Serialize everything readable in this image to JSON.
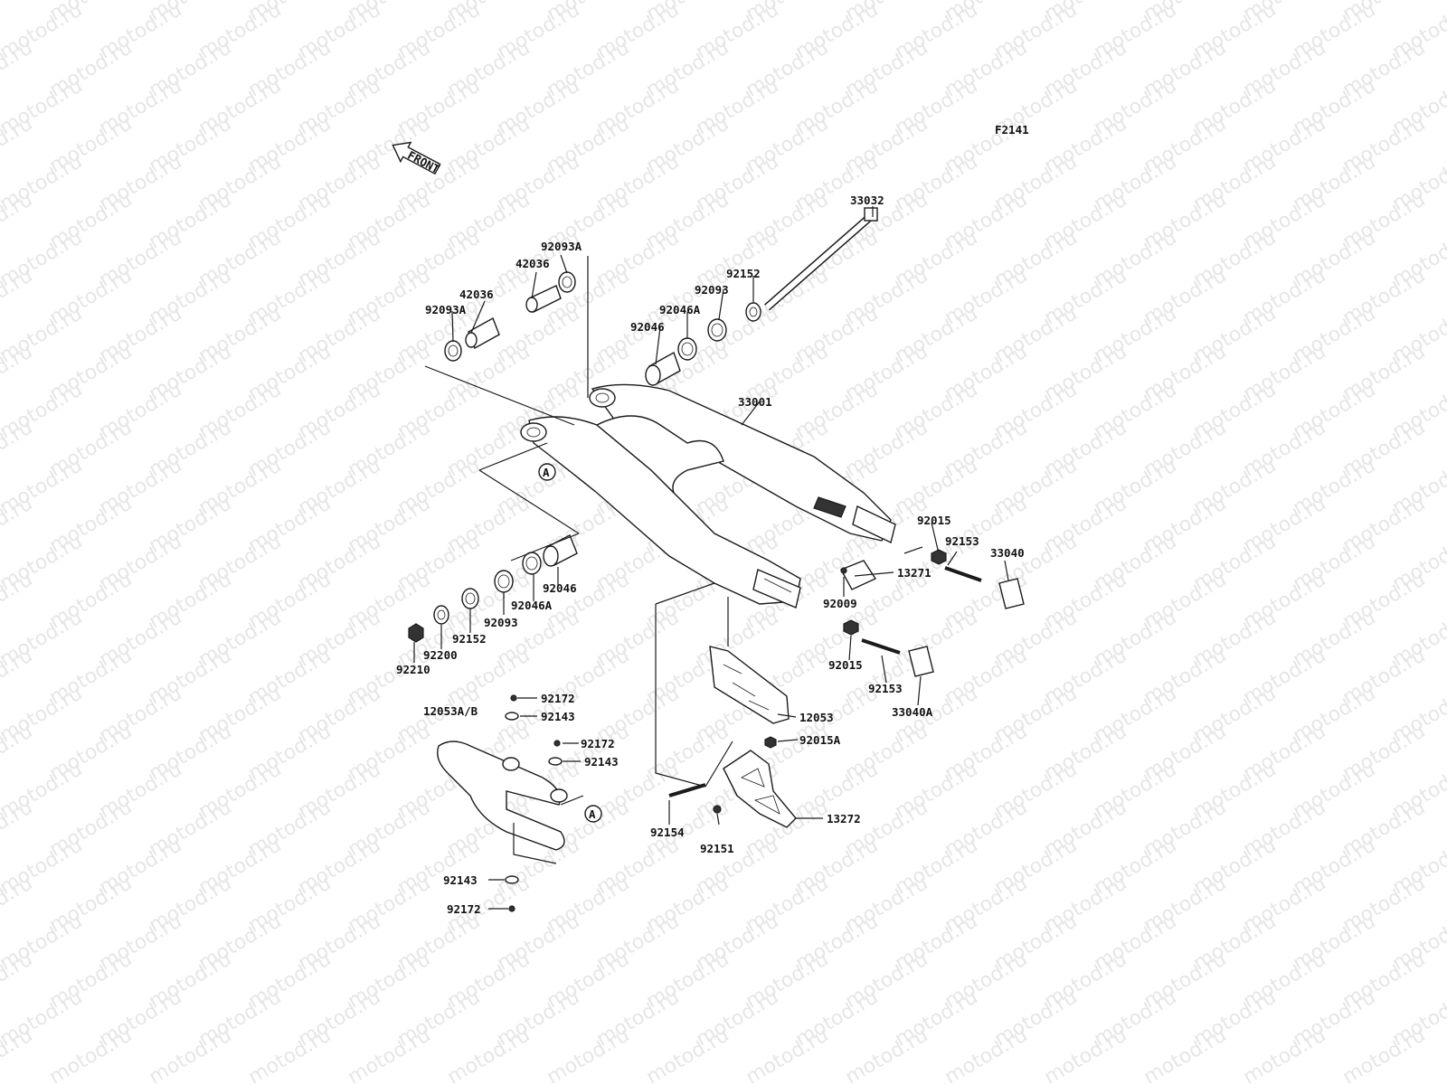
{
  "figure_code": "F2141",
  "front_arrow_text": "FRONT",
  "watermark_text": "motod.ru",
  "reference_marks": [
    "A",
    "A"
  ],
  "parts": [
    {
      "id": "p-33032",
      "number": "33032"
    },
    {
      "id": "p-92093A-top",
      "number": "92093A"
    },
    {
      "id": "p-42036-top",
      "number": "42036"
    },
    {
      "id": "p-42036-left",
      "number": "42036"
    },
    {
      "id": "p-92093A-left",
      "number": "92093A"
    },
    {
      "id": "p-92152-top",
      "number": "92152"
    },
    {
      "id": "p-92093-top",
      "number": "92093"
    },
    {
      "id": "p-92046A-top",
      "number": "92046A"
    },
    {
      "id": "p-92046-top",
      "number": "92046"
    },
    {
      "id": "p-33001",
      "number": "33001"
    },
    {
      "id": "p-92015-right",
      "number": "92015"
    },
    {
      "id": "p-92153-right",
      "number": "92153"
    },
    {
      "id": "p-33040",
      "number": "33040"
    },
    {
      "id": "p-13271",
      "number": "13271"
    },
    {
      "id": "p-92009",
      "number": "92009"
    },
    {
      "id": "p-92046-bot",
      "number": "92046"
    },
    {
      "id": "p-92046A-bot",
      "number": "92046A"
    },
    {
      "id": "p-92093-bot",
      "number": "92093"
    },
    {
      "id": "p-92152-bot",
      "number": "92152"
    },
    {
      "id": "p-92200",
      "number": "92200"
    },
    {
      "id": "p-92210",
      "number": "92210"
    },
    {
      "id": "p-92015-mid",
      "number": "92015"
    },
    {
      "id": "p-92153-mid",
      "number": "92153"
    },
    {
      "id": "p-33040A",
      "number": "33040A"
    },
    {
      "id": "p-12053",
      "number": "12053"
    },
    {
      "id": "p-12053AB",
      "number": "12053A/B"
    },
    {
      "id": "p-92172-a",
      "number": "92172"
    },
    {
      "id": "p-92143-a",
      "number": "92143"
    },
    {
      "id": "p-92172-b",
      "number": "92172"
    },
    {
      "id": "p-92143-b",
      "number": "92143"
    },
    {
      "id": "p-92015A",
      "number": "92015A"
    },
    {
      "id": "p-13272",
      "number": "13272"
    },
    {
      "id": "p-92154",
      "number": "92154"
    },
    {
      "id": "p-92151",
      "number": "92151"
    },
    {
      "id": "p-92143-c",
      "number": "92143"
    },
    {
      "id": "p-92172-c",
      "number": "92172"
    }
  ]
}
